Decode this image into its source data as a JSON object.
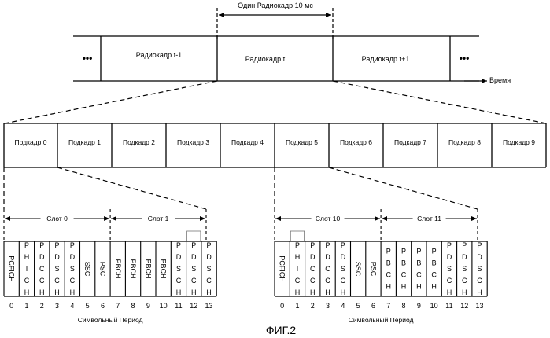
{
  "radio_frame_span_label": "Один Радиокадр 10 мс",
  "radio_frames": {
    "ellipsis": "•••",
    "labels": [
      "Радиокадр t-1",
      "Радиокадр t",
      "Радиокадр t+1"
    ]
  },
  "time_axis_label": "Время",
  "subframes": [
    "Подкадр 0",
    "Подкадр 1",
    "Подкадр 2",
    "Подкадр 3",
    "Подкадр 4",
    "Подкадр 5",
    "Подкадр 6",
    "Подкадр 7",
    "Подкадр 8",
    "Подкадр 9"
  ],
  "left_group": {
    "slots": [
      "Слот 0",
      "Слот 1"
    ],
    "channels": [
      "PCFICH",
      "PHICH",
      "PDCCH",
      "PDSCH",
      "PDSCH",
      "SSC",
      "PSC",
      "PBCH",
      "PBCH",
      "PBCH",
      "PBCH",
      "PDSCH",
      "PDSCH",
      "PDSCH"
    ],
    "symbol_numbers": [
      "0",
      "1",
      "2",
      "3",
      "4",
      "5",
      "6",
      "7",
      "8",
      "9",
      "10",
      "11",
      "12",
      "13"
    ],
    "axis_label": "Символьный Период"
  },
  "right_group": {
    "slots": [
      "Слот 10",
      "Слот 11"
    ],
    "channels": [
      "PCFICH",
      "PHICH",
      "PDCCH",
      "PDCCH",
      "PDSCH",
      "SSC",
      "PSC",
      "PBCH",
      "PBCH",
      "PBCH",
      "PBCH",
      "PDSCH",
      "PDSCH",
      "PDSCH"
    ],
    "symbol_numbers": [
      "0",
      "1",
      "2",
      "3",
      "4",
      "5",
      "6",
      "7",
      "8",
      "9",
      "10",
      "11",
      "12",
      "13"
    ],
    "axis_label": "Символьный Период"
  },
  "figure_caption": "ФИГ.2",
  "colors": {
    "line": "#000000",
    "background": "#ffffff"
  }
}
